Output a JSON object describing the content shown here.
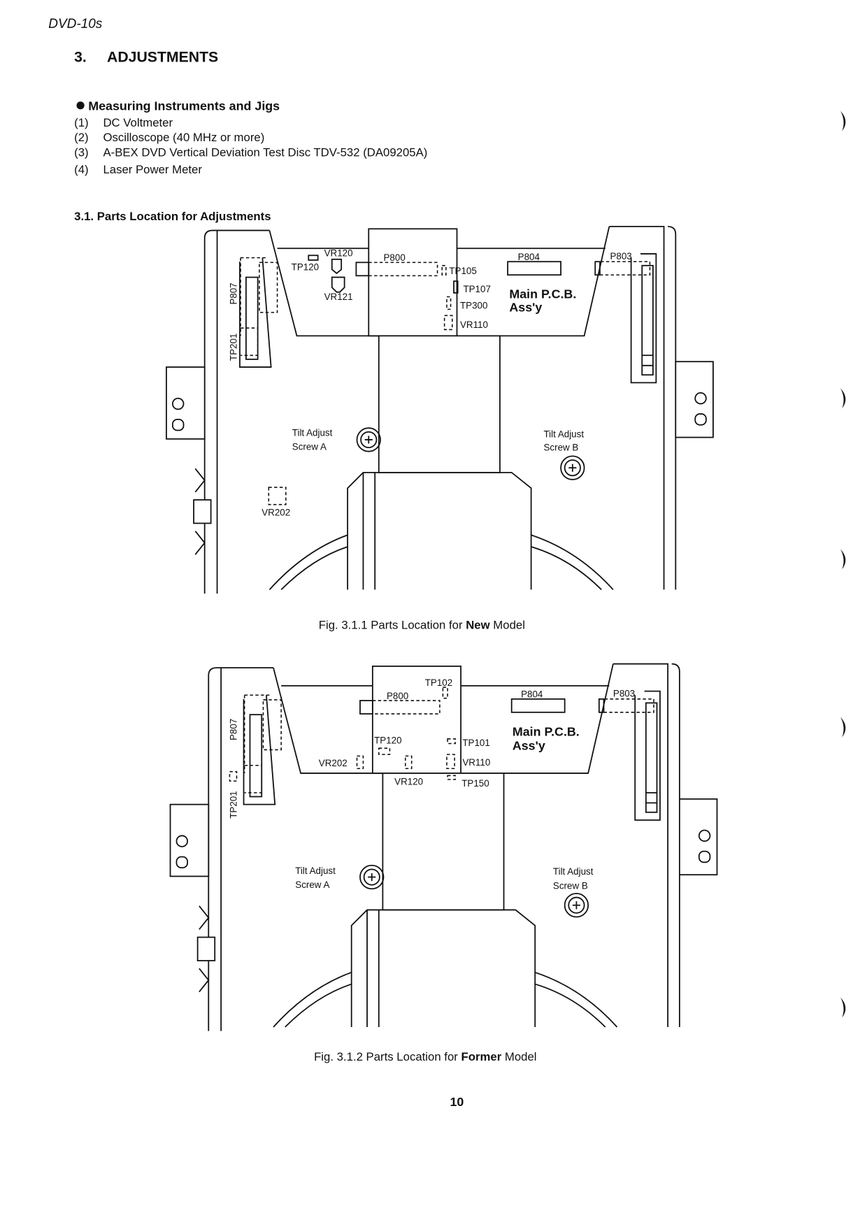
{
  "header": {
    "model": "DVD-10s"
  },
  "section": {
    "number": "3.",
    "title": "ADJUSTMENTS"
  },
  "instruments": {
    "heading": "Measuring Instruments and Jigs",
    "items": [
      {
        "num": "(1)",
        "text": "DC Voltmeter"
      },
      {
        "num": "(2)",
        "text": "Oscilloscope (40 MHz or more)"
      },
      {
        "num": "(3)",
        "text": "A-BEX DVD Vertical Deviation Test Disc TDV-532 (DA09205A)"
      },
      {
        "num": "(4)",
        "text": "Laser Power Meter"
      }
    ]
  },
  "subsection": {
    "title": "3.1. Parts Location for Adjustments"
  },
  "fig1": {
    "labels": {
      "vr120": "VR120",
      "tp120": "TP120",
      "vr121": "VR121",
      "p800": "P800",
      "tp105": "TP105",
      "tp107": "TP107",
      "tp300": "TP300",
      "vr110": "VR110",
      "p804": "P804",
      "p803": "P803",
      "p807": "P807",
      "tp201": "TP201",
      "vr202": "VR202",
      "main1": "Main P.C.B.",
      "main2": "Ass'y",
      "tiltA1": "Tilt Adjust",
      "tiltA2": "Screw  A",
      "tiltB1": "Tilt Adjust",
      "tiltB2": "Screw  B"
    },
    "caption_pre": "Fig. 3.1.1  Parts Location for ",
    "caption_bold": "New",
    "caption_post": " Model"
  },
  "fig2": {
    "labels": {
      "tp102": "TP102",
      "p800": "P800",
      "p804": "P804",
      "p803": "P803",
      "p807": "P807",
      "tp201": "TP201",
      "tp120": "TP120",
      "tp101": "TP101",
      "vr202": "VR202",
      "vr110": "VR110",
      "vr120": "VR120",
      "tp150": "TP150",
      "main1": "Main P.C.B.",
      "main2": "Ass'y",
      "tiltA1": "Tilt Adjust",
      "tiltA2": "Screw  A",
      "tiltB1": "Tilt Adjust",
      "tiltB2": "Screw  B"
    },
    "caption_pre": "Fig. 3.1.2  Parts Location for ",
    "caption_bold": "Former",
    "caption_post": " Model"
  },
  "footer": {
    "page_number": "10"
  }
}
